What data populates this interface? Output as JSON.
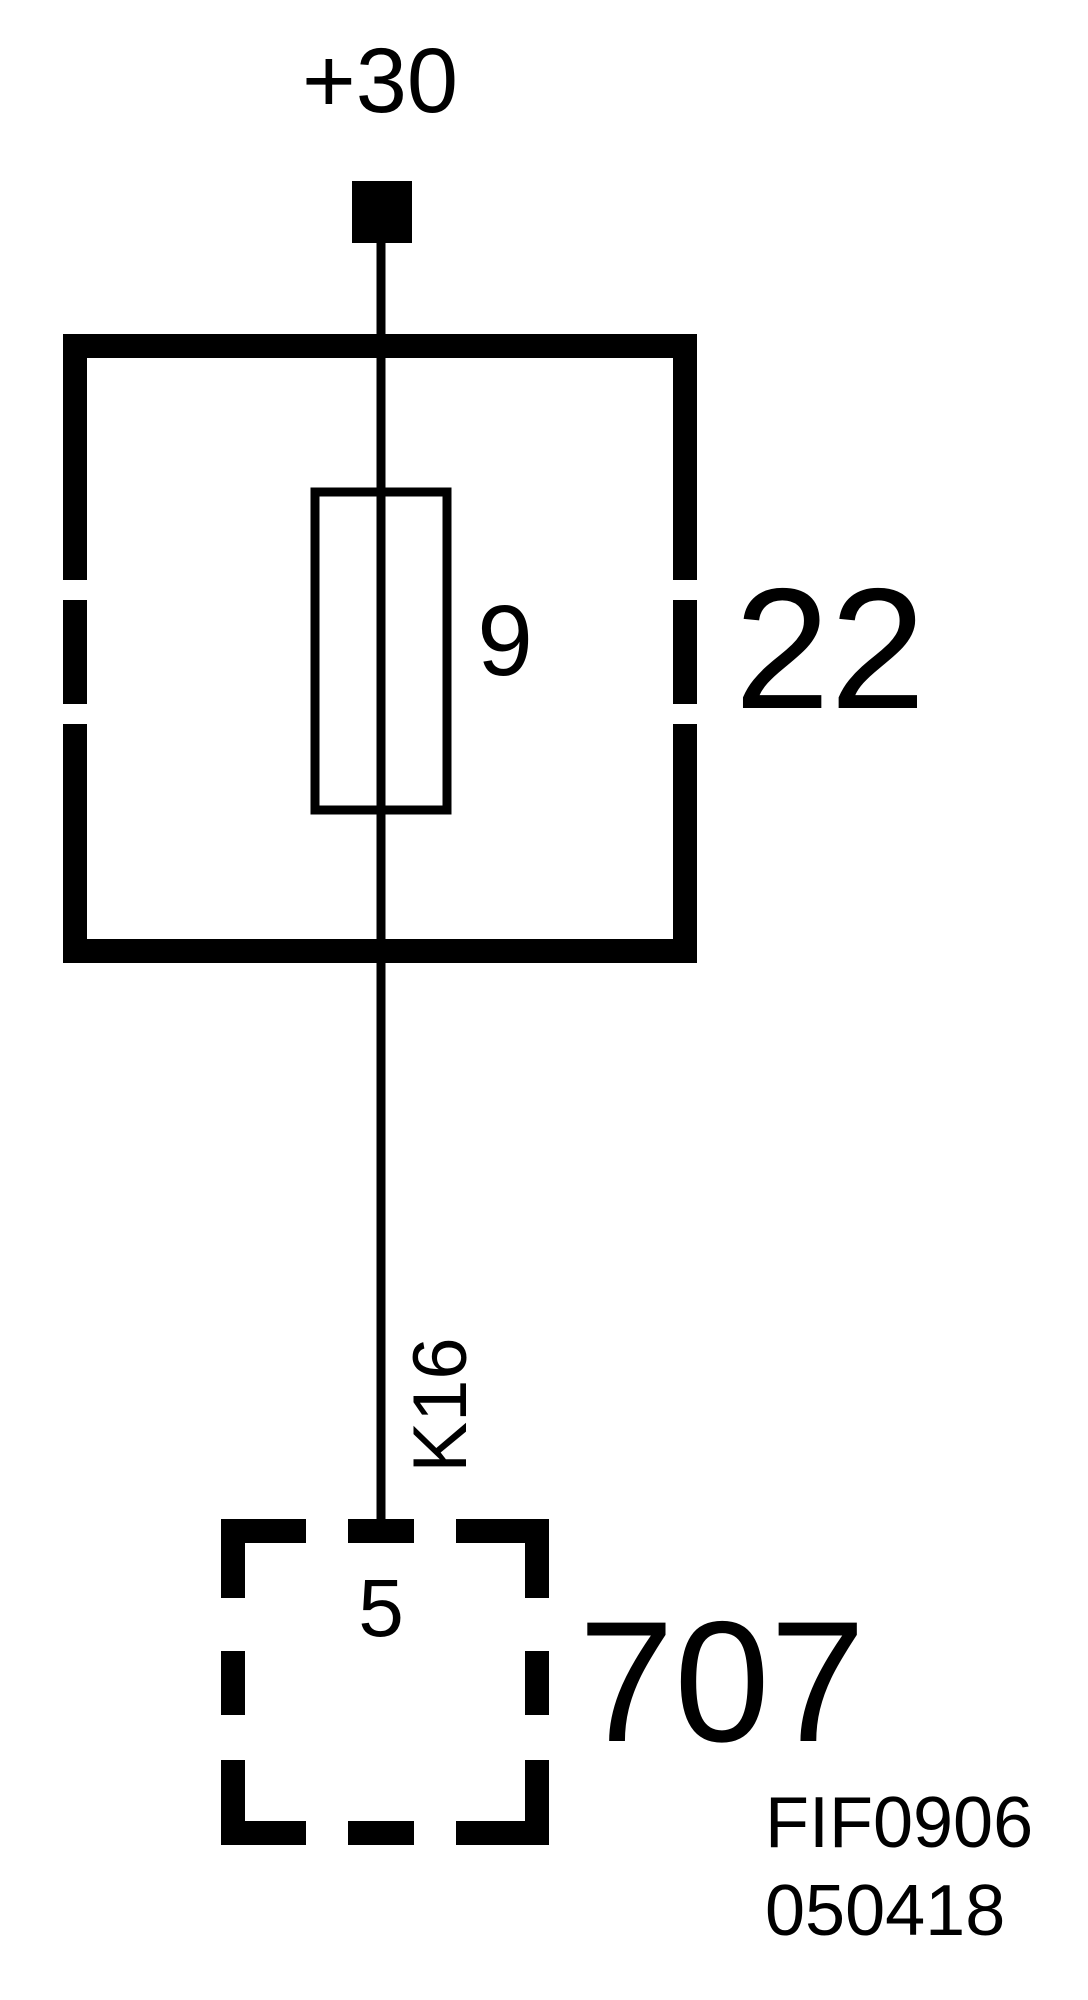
{
  "supply": {
    "label": "+30"
  },
  "fuse_box": {
    "number": "22",
    "fuse_number": "9"
  },
  "wire": {
    "code": "K16"
  },
  "component": {
    "number": "707",
    "pin": "5"
  },
  "footer": {
    "line1": "FIF0906",
    "line2": "050418"
  },
  "colors": {
    "ink": "#000000",
    "background": "#ffffff"
  }
}
